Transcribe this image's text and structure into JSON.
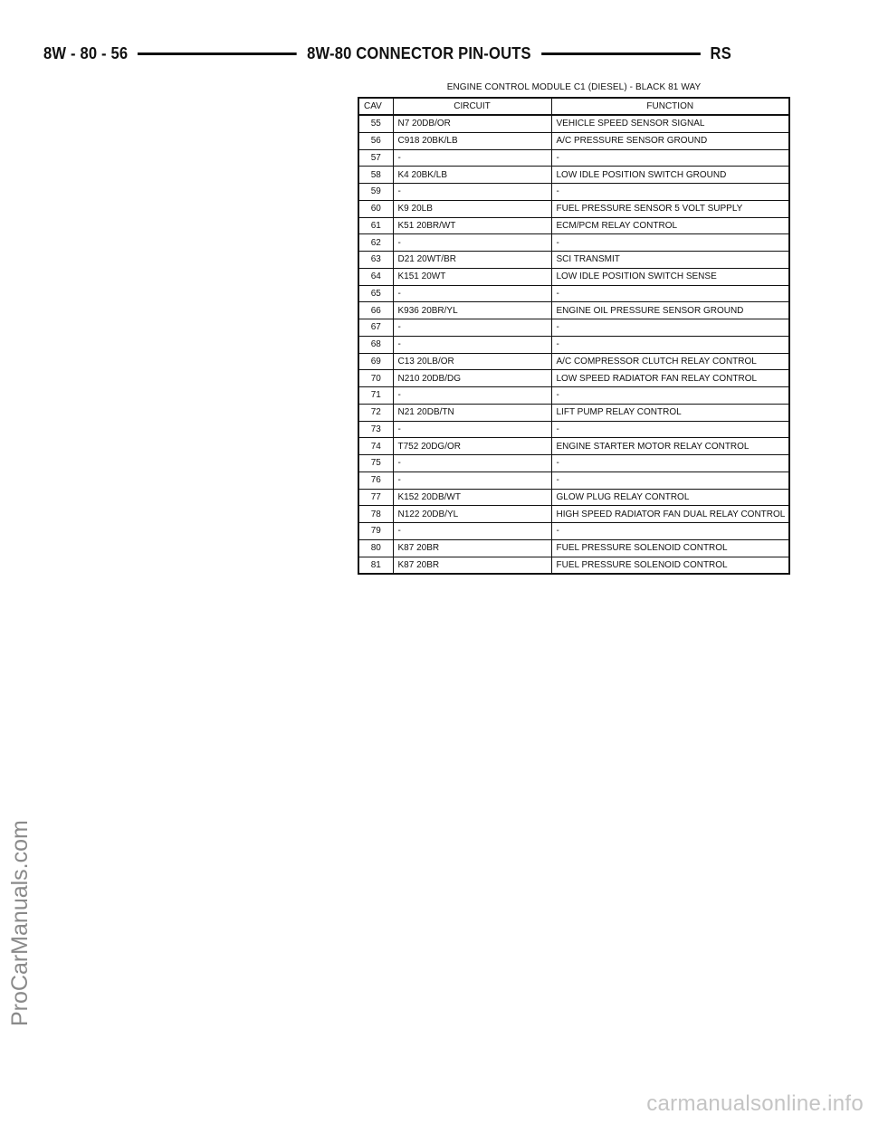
{
  "header": {
    "page_number": "8W - 80 - 56",
    "section_title": "8W-80 CONNECTOR PIN-OUTS",
    "model_code": "RS"
  },
  "table": {
    "title": "ENGINE CONTROL MODULE C1 (DIESEL) - BLACK 81 WAY",
    "columns": [
      "CAV",
      "CIRCUIT",
      "FUNCTION"
    ],
    "rows": [
      {
        "cav": "55",
        "circuit": "N7 20DB/OR",
        "function": "VEHICLE SPEED SENSOR SIGNAL"
      },
      {
        "cav": "56",
        "circuit": "C918 20BK/LB",
        "function": "A/C PRESSURE SENSOR GROUND"
      },
      {
        "cav": "57",
        "circuit": "-",
        "function": "-"
      },
      {
        "cav": "58",
        "circuit": "K4 20BK/LB",
        "function": "LOW IDLE POSITION SWITCH GROUND"
      },
      {
        "cav": "59",
        "circuit": "-",
        "function": "-"
      },
      {
        "cav": "60",
        "circuit": "K9 20LB",
        "function": "FUEL PRESSURE SENSOR 5 VOLT SUPPLY"
      },
      {
        "cav": "61",
        "circuit": "K51 20BR/WT",
        "function": "ECM/PCM RELAY CONTROL"
      },
      {
        "cav": "62",
        "circuit": "-",
        "function": "-"
      },
      {
        "cav": "63",
        "circuit": "D21 20WT/BR",
        "function": "SCI TRANSMIT"
      },
      {
        "cav": "64",
        "circuit": "K151 20WT",
        "function": "LOW IDLE POSITION SWITCH SENSE"
      },
      {
        "cav": "65",
        "circuit": "-",
        "function": "-"
      },
      {
        "cav": "66",
        "circuit": "K936 20BR/YL",
        "function": "ENGINE OIL PRESSURE SENSOR GROUND"
      },
      {
        "cav": "67",
        "circuit": "-",
        "function": "-"
      },
      {
        "cav": "68",
        "circuit": "-",
        "function": "-"
      },
      {
        "cav": "69",
        "circuit": "C13 20LB/OR",
        "function": "A/C COMPRESSOR CLUTCH RELAY CONTROL"
      },
      {
        "cav": "70",
        "circuit": "N210 20DB/DG",
        "function": "LOW SPEED RADIATOR FAN RELAY CONTROL"
      },
      {
        "cav": "71",
        "circuit": "-",
        "function": "-"
      },
      {
        "cav": "72",
        "circuit": "N21 20DB/TN",
        "function": "LIFT PUMP RELAY CONTROL"
      },
      {
        "cav": "73",
        "circuit": "-",
        "function": "-"
      },
      {
        "cav": "74",
        "circuit": "T752 20DG/OR",
        "function": "ENGINE STARTER MOTOR RELAY CONTROL"
      },
      {
        "cav": "75",
        "circuit": "-",
        "function": "-"
      },
      {
        "cav": "76",
        "circuit": "-",
        "function": "-"
      },
      {
        "cav": "77",
        "circuit": "K152 20DB/WT",
        "function": "GLOW PLUG RELAY CONTROL"
      },
      {
        "cav": "78",
        "circuit": "N122 20DB/YL",
        "function": "HIGH SPEED RADIATOR FAN DUAL RELAY CONTROL"
      },
      {
        "cav": "79",
        "circuit": "-",
        "function": "-"
      },
      {
        "cav": "80",
        "circuit": "K87 20BR",
        "function": "FUEL PRESSURE SOLENOID CONTROL"
      },
      {
        "cav": "81",
        "circuit": "K87 20BR",
        "function": "FUEL PRESSURE SOLENOID CONTROL"
      }
    ]
  },
  "watermarks": {
    "side": "ProCarManuals.com",
    "bottom": "carmanualsonline.info"
  }
}
